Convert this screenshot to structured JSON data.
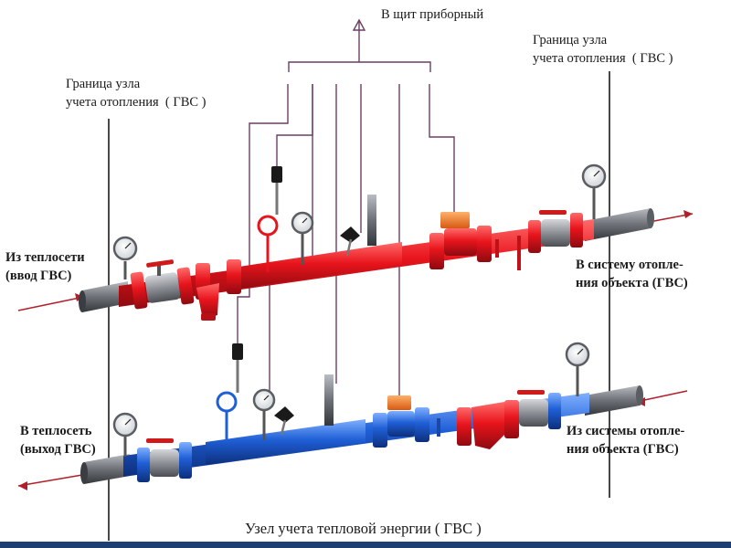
{
  "labels": {
    "panel": "В щит приборный",
    "boundary_left": "Граница узла\nучета отопления  ( ГВС )",
    "boundary_right": "Граница узла\nучета отопления  ( ГВС )",
    "from_network": "Из теплосети\n(ввод ГВС)",
    "to_system": "В систему отопле-\nния объекта (ГВС)",
    "to_network": "В теплосеть\n(выход ГВС)",
    "from_system": "Из системы отопле-\nния объекта (ГВС)",
    "caption": "Узел учета тепловой энергии ( ГВС )"
  },
  "colors": {
    "supply_pipe": "#e8141c",
    "return_pipe": "#1f5fd6",
    "signal_line": "#6b3f63",
    "arrow": "#b0202a",
    "flowmeter": "#f07a2a",
    "valve_body": "#8c8f95",
    "valve_handle": "#d01a1a",
    "insulated_end": "#55595e",
    "bottom_bar": "#1f3e73"
  }
}
